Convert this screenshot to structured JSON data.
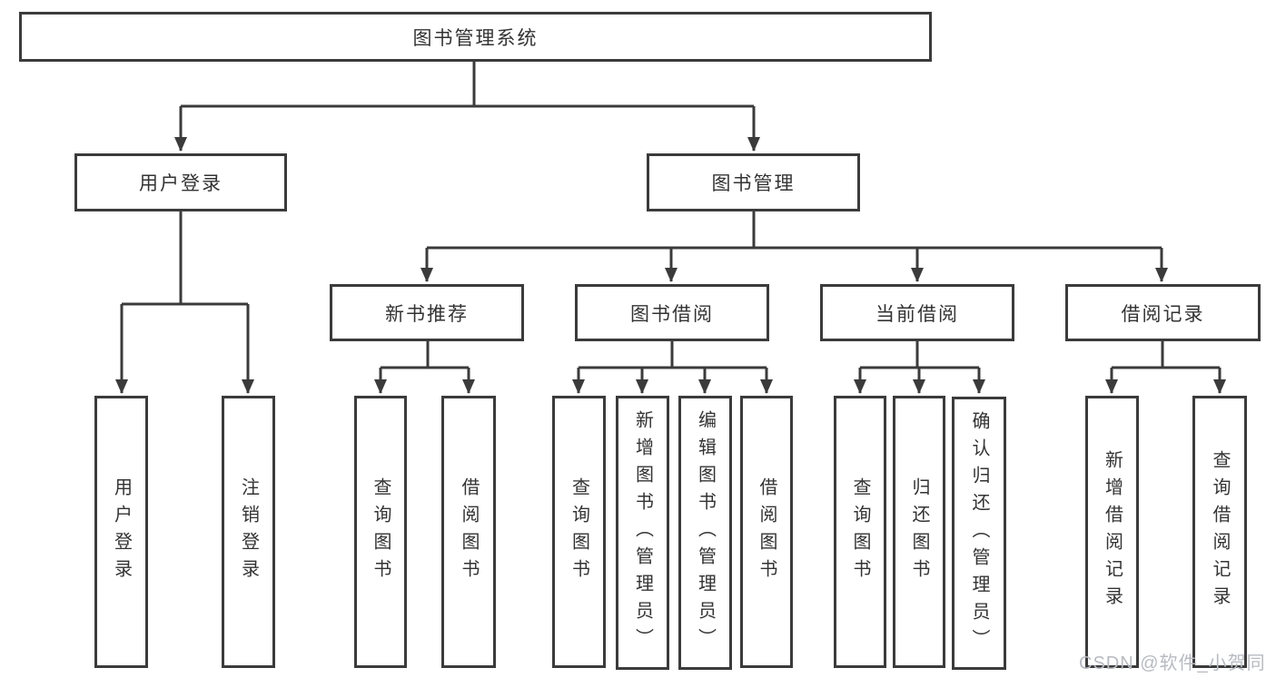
{
  "diagram": {
    "title": "图书管理系统",
    "branches": [
      {
        "label": "用户登录",
        "children": [
          "用户登录",
          "注销登录"
        ]
      },
      {
        "label": "图书管理",
        "sections": [
          {
            "label": "新书推荐",
            "children": [
              "查询图书",
              "借阅图书"
            ]
          },
          {
            "label": "图书借阅",
            "children": [
              "查询图书",
              "新增图书（管理员）",
              "编辑图书（管理员）",
              "借阅图书"
            ]
          },
          {
            "label": "当前借阅",
            "children": [
              "查询图书",
              "归还图书",
              "确认归还（管理员）"
            ]
          },
          {
            "label": "借阅记录",
            "children": [
              "新增借阅记录",
              "查询借阅记录"
            ]
          }
        ]
      }
    ]
  },
  "watermark": "CSDN @软件_小贺同学",
  "colors": {
    "line": "#3b3b3b",
    "text": "#333333",
    "box_fill": "#ffffff",
    "watermark": "#b7bbc1",
    "background": "#ffffff"
  }
}
